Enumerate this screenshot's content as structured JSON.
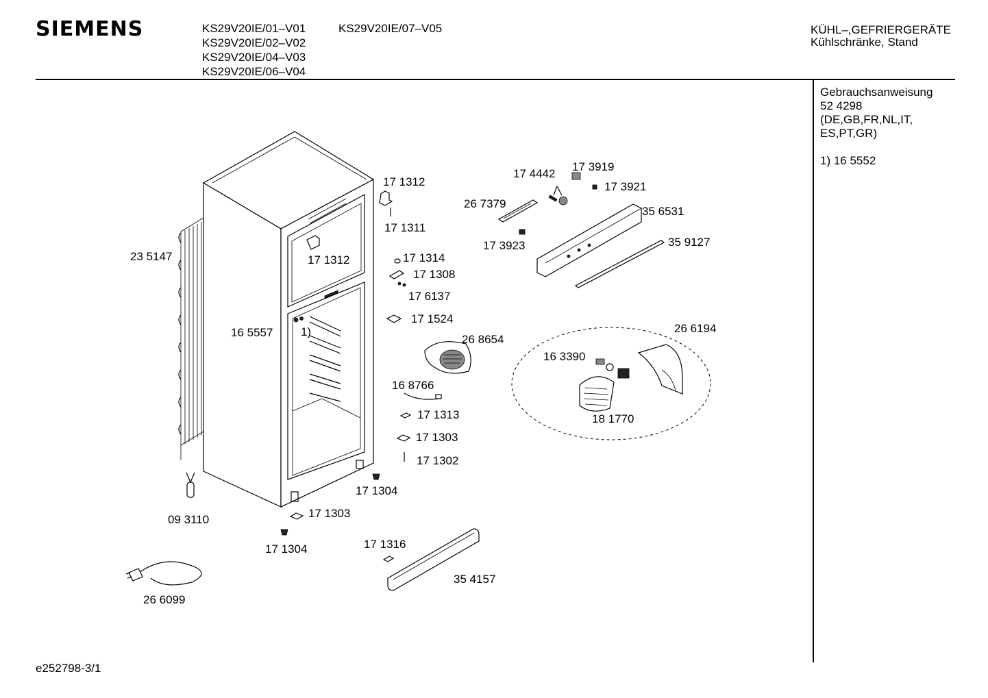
{
  "brand": "SIEMENS",
  "models": {
    "left": [
      "KS29V20IE/01–V01",
      "KS29V20IE/02–V02",
      "KS29V20IE/04–V03",
      "KS29V20IE/06–V04"
    ],
    "right": [
      "KS29V20IE/07–V05"
    ]
  },
  "category": {
    "line1": "KÜHL–,GEFRIERGERÄTE",
    "line2": "Kühlschränke, Stand"
  },
  "sidebar": {
    "manual_title": "Gebrauchsanweisung",
    "manual_number": "52 4298",
    "languages_1": "(DE,GB,FR,NL,IT,",
    "languages_2": "ES,PT,GR)",
    "footnote": "1)  16 5552"
  },
  "footer": "e252798-3/1",
  "parts": {
    "p235147": "23 5147",
    "p171312a": "17 1312",
    "p171311": "17 1311",
    "p171312b": "17 1312",
    "p171314": "17 1314",
    "p171308": "17 1308",
    "p176137": "17 6137",
    "p171524": "17 1524",
    "p165557": "16 5557",
    "note1": "1)",
    "p268654": "26 8654",
    "p168766": "16 8766",
    "p171313": "17 1313",
    "p171303a": "17 1303",
    "p171302": "17 1302",
    "p171304a": "17 1304",
    "p093110": "09 3110",
    "p171303b": "17 1303",
    "p171304b": "17 1304",
    "p171316": "17 1316",
    "p354157": "35 4157",
    "p266099": "26 6099",
    "p174442": "17 4442",
    "p173919": "17 3919",
    "p173921": "17 3921",
    "p267379": "26 7379",
    "p356531": "35 6531",
    "p173923": "17 3923",
    "p359127": "35 9127",
    "p266194": "26 6194",
    "p163390": "16 3390",
    "p181770": "18 1770"
  }
}
